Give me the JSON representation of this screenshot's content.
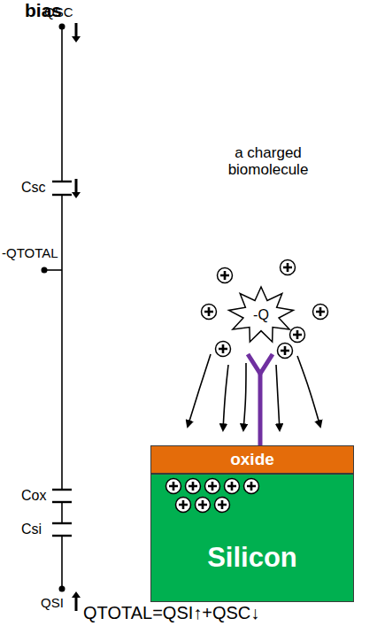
{
  "diagram": {
    "nodes": [
      {
        "text": [
          "oxide"
        ]
      },
      {
        "text": [
          "Silicon"
        ]
      },
      {
        "text": [
          "-Q"
        ]
      }
    ],
    "labels": [
      "bias",
      "QSC",
      "Csc",
      "-QTOTAL",
      "Cox",
      "Csi",
      "QSI",
      "a charged biomolecule",
      "QTOTAL=QSI↑+QSC↓"
    ]
  }
}
